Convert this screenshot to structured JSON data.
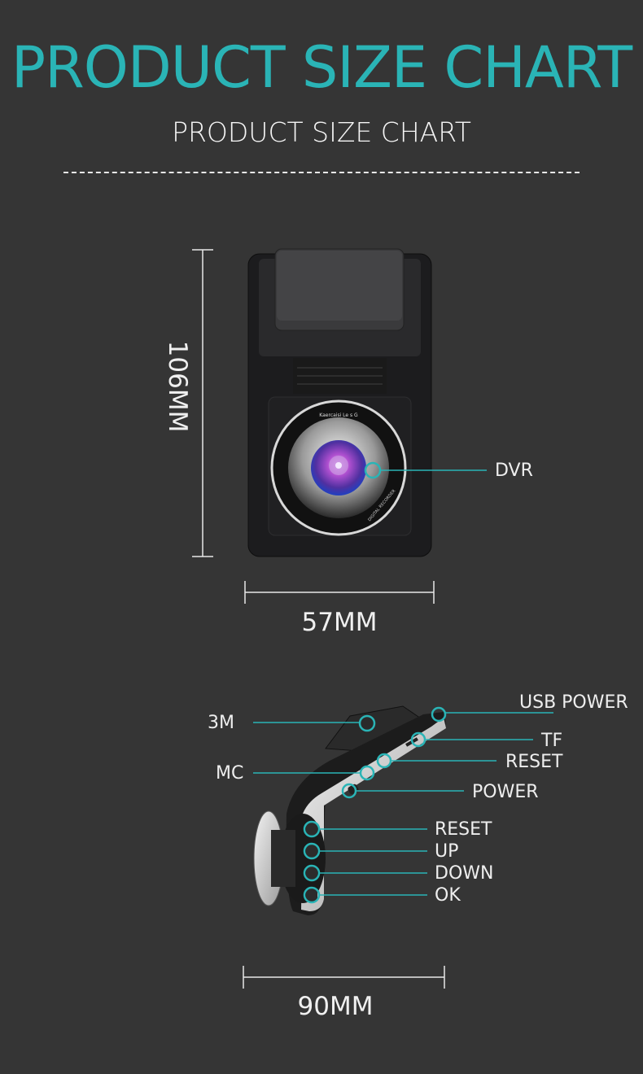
{
  "header": {
    "title": "PRODUCT SIZE CHART",
    "subtitle": "PRODUCT SIZE CHART"
  },
  "front_view": {
    "height_label": "106MM",
    "width_label": "57MM",
    "callouts": [
      {
        "label": "DVR"
      }
    ],
    "lens_ring_text": [
      "Kaercaisi Le s G",
      "DIGITAL RECORDER"
    ]
  },
  "side_view": {
    "length_label": "90MM",
    "callouts": [
      {
        "label": "USB POWER"
      },
      {
        "label": "3M"
      },
      {
        "label": "TF"
      },
      {
        "label": "RESET"
      },
      {
        "label": "MC"
      },
      {
        "label": "POWER"
      },
      {
        "label": "RESET"
      },
      {
        "label": "UP"
      },
      {
        "label": "DOWN"
      },
      {
        "label": "OK"
      }
    ]
  },
  "colors": {
    "accent": "#2ab4b6",
    "background": "#353535",
    "text": "#f0f0f0"
  }
}
